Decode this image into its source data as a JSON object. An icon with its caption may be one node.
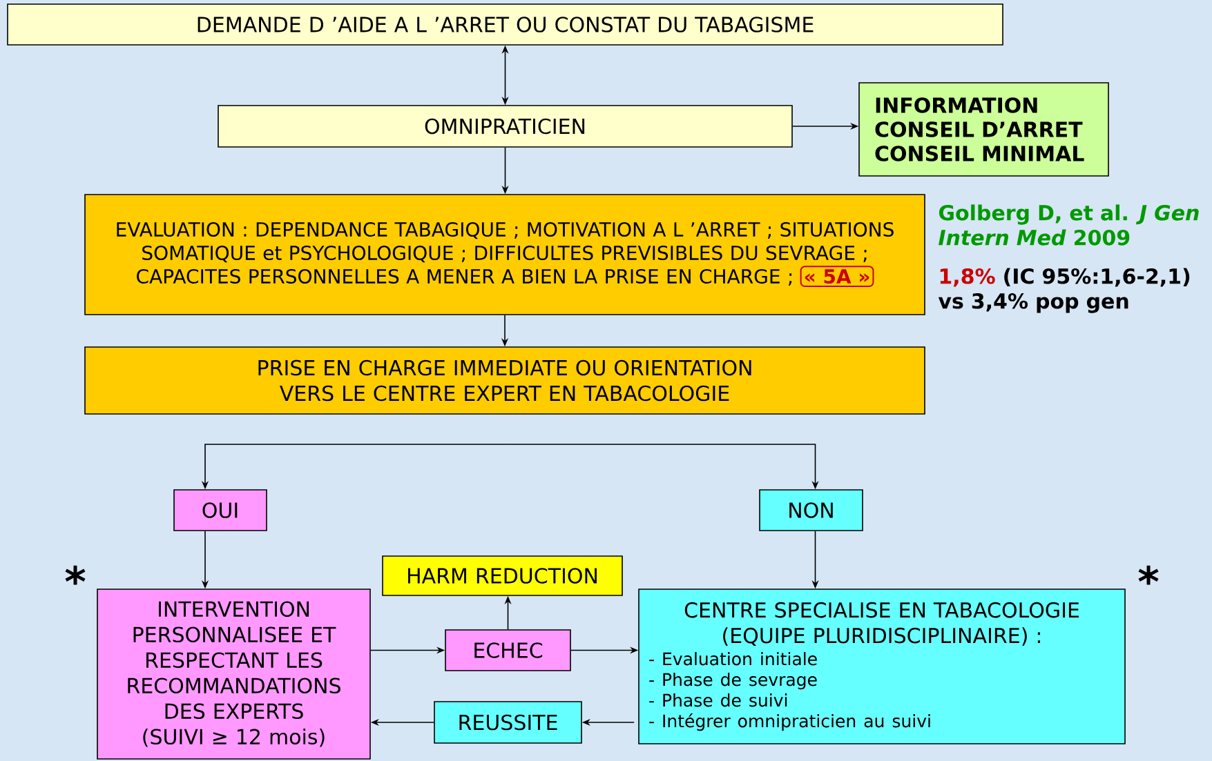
{
  "diagram": {
    "nodes": [
      {
        "text": [
          "DEMANDE D ’AIDE A L ’ARRET OU CONSTAT DU TABAGISME"
        ]
      },
      {
        "text": [
          "OMNIPRATICIEN"
        ]
      },
      {
        "text": [
          "INFORMATION",
          "CONSEIL D’ARRET",
          "CONSEIL MINIMAL"
        ]
      },
      {
        "text": [
          "EVALUATION : DEPENDANCE TABAGIQUE ; MOTIVATION A L ’ARRET ; SITUATIONS SOMATIQUE et PSYCHOLOGIQUE ; DIFFICULTES PREVISIBLES DU SEVRAGE ; CAPACITES PERSONNELLES A MENER A BIEN LA PRISE EN CHARGE ;"
        ]
      },
      {
        "text": [
          "« 5A »"
        ],
        "in": 3
      },
      {
        "text": [
          "PRISE EN CHARGE IMMEDIATE OU ORIENTATION VERS LE CENTRE EXPERT EN TABACOLOGIE"
        ]
      },
      {
        "text": [
          "OUI"
        ]
      },
      {
        "text": [
          "NON"
        ]
      },
      {
        "text": [
          "HARM REDUCTION"
        ]
      },
      {
        "text": [
          "INTERVENTION PERSONNALISEE ET RESPECTANT LES RECOMMANDATIONS DES EXPERTS (SUIVI ≥ 12 mois)"
        ]
      },
      {
        "text": [
          "ECHEC"
        ]
      },
      {
        "text": [
          "CENTRE SPECIALISE EN TABACOLOGIE (EQUIPE PLURIDISCIPLINAIRE) :",
          "- Evaluation initiale",
          "- Phase de sevrage",
          "- Phase de suivi",
          "- Intégrer omnipraticien au suivi"
        ]
      },
      {
        "text": [
          "REUSSITE"
        ]
      }
    ],
    "edges": [
      {
        "from": 0,
        "to": 1,
        "arrow": "both"
      },
      {
        "from": 1,
        "to": 2,
        "arrow": "to"
      },
      {
        "from": 1,
        "to": 3,
        "arrow": "to"
      },
      {
        "from": 3,
        "to": 5,
        "arrow": "to"
      },
      {
        "from": null,
        "to": 6,
        "arrow": "to"
      },
      {
        "from": null,
        "to": 7,
        "arrow": "to"
      },
      {
        "from": 6,
        "to": 9,
        "arrow": "to"
      },
      {
        "from": 7,
        "to": 11,
        "arrow": "to"
      },
      {
        "from": 9,
        "to": 10,
        "arrow": "to"
      },
      {
        "from": 10,
        "to": 8,
        "arrow": "to"
      },
      {
        "from": 10,
        "to": 11,
        "arrow": "to"
      },
      {
        "from": 11,
        "to": 12,
        "arrow": "to"
      },
      {
        "from": 12,
        "to": 9,
        "arrow": "to"
      }
    ],
    "labels": [
      "Golberg D, et al. *J Gen Intern Med* 2009",
      "1,8%",
      "(IC 95%:1,6-2,1) vs 3,4% pop gen",
      "*",
      "*"
    ]
  }
}
